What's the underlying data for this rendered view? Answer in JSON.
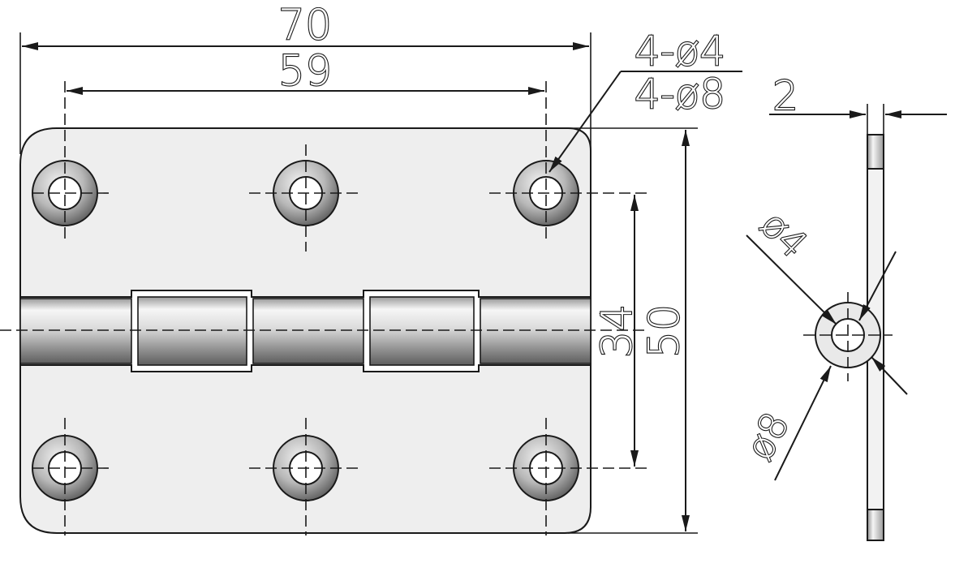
{
  "dimensions": {
    "overall_width": "70",
    "hole_spacing": "59",
    "hole_spec_small": "4-ø4",
    "hole_spec_large": "4-ø8",
    "thickness": "2",
    "hole_pitch_vertical": "34",
    "overall_height": "50",
    "side_hole_diameter": "ø4",
    "side_countersink_diameter": "ø8"
  },
  "colors": {
    "line": "#1a1a1a",
    "plate_fill": "#eeeeee",
    "knuckle_dark": "#6f6f6f",
    "knuckle_light": "#f4f4f4"
  }
}
